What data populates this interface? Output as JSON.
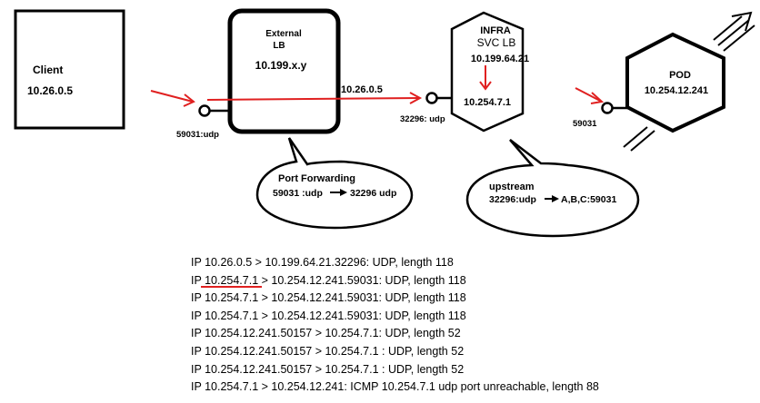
{
  "client": {
    "title": "Client",
    "ip": "10.26.0.5"
  },
  "client_port": "59031:udp",
  "external_lb": {
    "title_line1": "External",
    "title_line2": "LB",
    "ip": "10.199.x.y"
  },
  "lb_forward_src": "10.26.0.5",
  "infra": {
    "title": "INFRA",
    "subtitle": "SVC LB",
    "ip": "10.199.64.21",
    "inner_ip": "10.254.7.1"
  },
  "infra_port": "32296: udp",
  "pod": {
    "title": "POD",
    "ip": "10.254.12.241"
  },
  "pod_port": "59031",
  "port_forwarding": {
    "title": "Port Forwarding",
    "rule_left": "59031 :udp",
    "rule_right": "32296 udp"
  },
  "upstream": {
    "title": "upstream",
    "rule_left": "32296:udp",
    "rule_right": "A,B,C:59031"
  },
  "log_lines": [
    {
      "prefix": "IP ",
      "highlight": "",
      "text": "10.26.0.5  > 10.199.64.21.32296: UDP, length 118"
    },
    {
      "prefix": "IP ",
      "highlight": "10.254.7.1",
      "text": " > 10.254.12.241.59031: UDP, length 118"
    },
    {
      "prefix": "IP ",
      "highlight": "",
      "text": "10.254.7.1  > 10.254.12.241.59031: UDP, length 118"
    },
    {
      "prefix": "IP ",
      "highlight": "",
      "text": "10.254.7.1 > 10.254.12.241.59031: UDP, length 118"
    },
    {
      "prefix": "IP ",
      "highlight": "",
      "text": "10.254.12.241.50157 > 10.254.7.1: UDP, length 52"
    },
    {
      "prefix": "IP ",
      "highlight": "",
      "text": "10.254.12.241.50157 > 10.254.7.1 : UDP, length 52"
    },
    {
      "prefix": "IP ",
      "highlight": "",
      "text": "10.254.12.241.50157 > 10.254.7.1 : UDP, length 52"
    },
    {
      "prefix": "IP ",
      "highlight": "",
      "text": "10.254.7.1 > 10.254.12.241: ICMP 10.254.7.1 udp port unreachable, length 88"
    }
  ],
  "colors": {
    "arrow": "#e02020",
    "stroke": "#000000",
    "background": "#ffffff"
  }
}
